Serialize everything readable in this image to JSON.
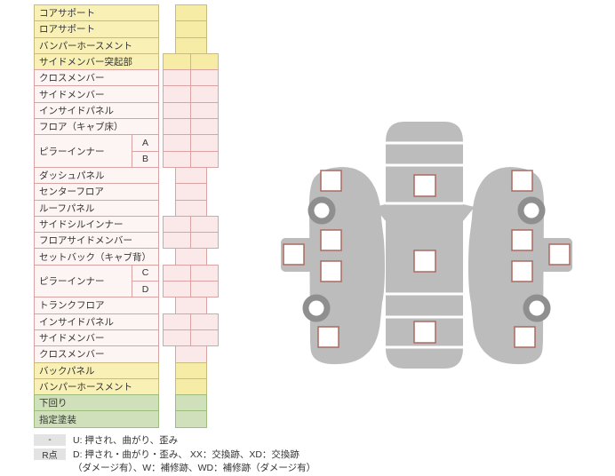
{
  "colors": {
    "text": "#333333",
    "yellow_label_bg": "#f9f0b6",
    "yellow_cell_bg": "#f7eca6",
    "yellow_border": "#c9ba7e",
    "pink_label_bg": "#fdf4f4",
    "pink_cell_bg": "#fbe9ea",
    "pink_border": "#d9a3a3",
    "green_bg": "#cfe0ba",
    "green_border": "#9ebc7e",
    "badge_bg": "#e3e3e3",
    "car_body": "#bcbcbc",
    "wheel_color": "#8f8f8f",
    "checkbox_border": "#aa6a60"
  },
  "table": {
    "rows": [
      {
        "label": "コアサポート",
        "section": "yellow",
        "cells": 1
      },
      {
        "label": "ロアサポート",
        "section": "yellow",
        "cells": 1
      },
      {
        "label": "バンパーホースメント",
        "section": "yellow",
        "cells": 1
      },
      {
        "label": "サイドメンバー突起部",
        "section": "yellow",
        "cells": 2
      },
      {
        "label": "クロスメンバー",
        "section": "pink",
        "cells": 2
      },
      {
        "label": "サイドメンバー",
        "section": "pink",
        "cells": 2
      },
      {
        "label": "インサイドパネル",
        "section": "pink",
        "cells": 2
      },
      {
        "label": "フロア（キャブ床）",
        "section": "pink",
        "cells": 2
      },
      {
        "label": "ピラーインナー",
        "section": "pink",
        "subrows": [
          {
            "label": "A",
            "cells": 2
          },
          {
            "label": "B",
            "cells": 2
          }
        ]
      },
      {
        "label": "ダッシュパネル",
        "section": "pink",
        "cells": 1
      },
      {
        "label": "センターフロア",
        "section": "pink",
        "cells": 1
      },
      {
        "label": "ルーフパネル",
        "section": "pink",
        "cells": 1
      },
      {
        "label": "サイドシルインナー",
        "section": "pink",
        "cells": 2
      },
      {
        "label": "フロアサイドメンバー",
        "section": "pink",
        "cells": 2
      },
      {
        "label": "セットバック（キャブ背）",
        "section": "pink",
        "cells": 1
      },
      {
        "label": "ピラーインナー",
        "section": "pink",
        "subrows": [
          {
            "label": "C",
            "cells": 2
          },
          {
            "label": "D",
            "cells": 2
          }
        ]
      },
      {
        "label": "トランクフロア",
        "section": "pink",
        "cells": 1
      },
      {
        "label": "インサイドパネル",
        "section": "pink",
        "cells": 2
      },
      {
        "label": "サイドメンバー",
        "section": "pink",
        "cells": 2
      },
      {
        "label": "クロスメンバー",
        "section": "pink",
        "cells": 1
      },
      {
        "label": "バックパネル",
        "section": "yellow",
        "cells": 1
      },
      {
        "label": "バンパーホースメント",
        "section": "yellow",
        "cells": 1
      },
      {
        "label": "下回り",
        "section": "green",
        "cells": 1
      },
      {
        "label": "指定塗装",
        "section": "green",
        "cells": 1
      }
    ]
  },
  "legend": {
    "rows": [
      {
        "badge": "-",
        "text": "U: 押され、曲がり、歪み"
      },
      {
        "badge": "R点",
        "text": "D: 押され・曲がり・歪み、 XX：交換跡、XD：交換跡"
      },
      {
        "badge": "",
        "text": "（ダメージ有）、W：補修跡、WD：補修跡（ダメージ有）"
      }
    ]
  },
  "diagram": {
    "checkboxes": [
      "center-front",
      "center-middle",
      "center-rear",
      "left-front-fender",
      "left-front-door",
      "left-rear-door",
      "left-rear-quarter",
      "left-side-outer",
      "right-front-fender",
      "right-front-door",
      "right-rear-door",
      "right-rear-quarter",
      "right-side-outer"
    ]
  }
}
